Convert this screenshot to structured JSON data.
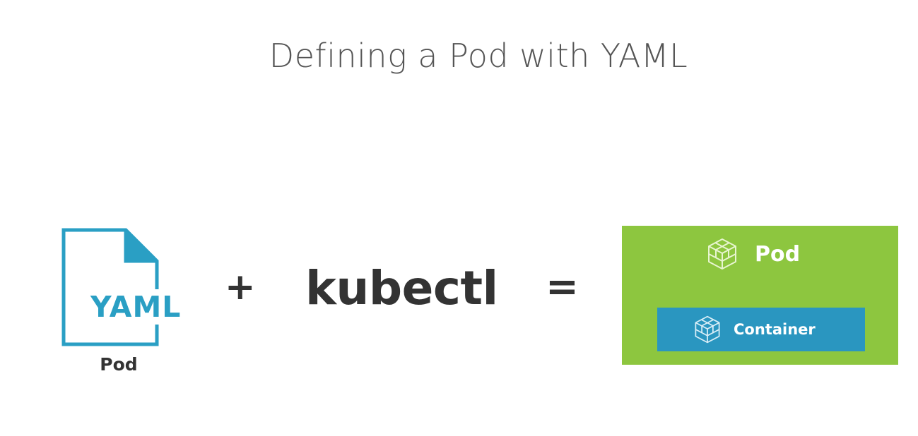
{
  "title": "Defining a Pod with YAML",
  "yaml_file": {
    "icon": "yaml-file-icon",
    "file_text": "YAML",
    "caption": "Pod",
    "color": "#2a9fc4"
  },
  "operators": {
    "plus": "+",
    "equals": "="
  },
  "command": "kubectl",
  "result": {
    "pod_label": "Pod",
    "pod_icon": "cube-icon",
    "pod_color": "#8dc63f",
    "container_label": "Container",
    "container_icon": "cube-icon",
    "container_color": "#2a96c0"
  }
}
